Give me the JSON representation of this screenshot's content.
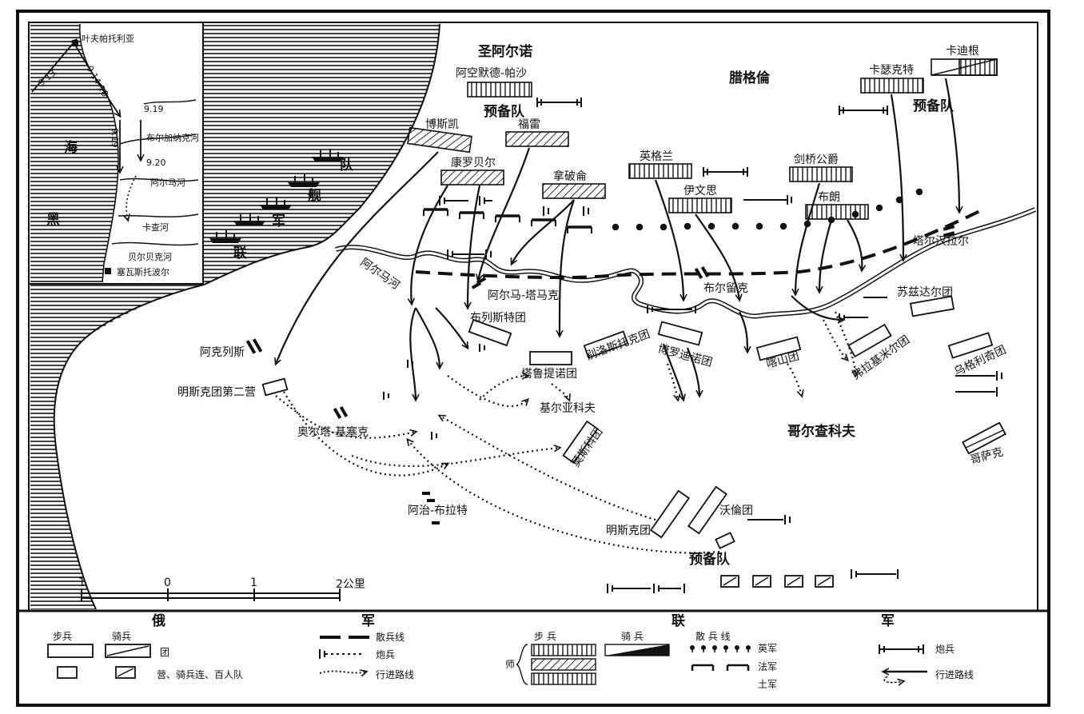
{
  "colors": {
    "ink": "#111111",
    "paper": "#ffffff"
  },
  "inset": {
    "labels": {
      "yevpatoria": "叶夫帕托利亚",
      "black_sea_1": "海",
      "black_sea_2": "黑",
      "d_913": "9.13",
      "d_914_18": "9.14-18",
      "d_919a": "9.19",
      "d_919b": "9.19",
      "d_920": "9.20",
      "bulganak": "布尔加纳克河",
      "alma": "阿尔马河",
      "kacha": "卡查河",
      "belbek": "贝尔贝克河",
      "sevastopol": "塞瓦斯托波尔"
    }
  },
  "fleet_label": {
    "c1": "联",
    "c2": "军",
    "c3": "舰",
    "c4": "队"
  },
  "places": {
    "santa_arno": "圣阿尔诺",
    "raglan": "腊格倫",
    "alma_river": "阿尔马河",
    "alma_tamak": "阿尔马-塔马克",
    "burliuk": "布尔留克",
    "tarkhanlar": "塔尔汉拉尔",
    "akles": "阿克列斯",
    "ulukul_akles": "奥尔塔-基塞克",
    "kurgan": "基尔亚科夫",
    "gorchakov": "哥尔查科夫",
    "akhmet_bulat": "阿治-布拉特"
  },
  "units": {
    "cardigan": "卡迪根",
    "cathcart": "卡瑟克特",
    "reserve_en": "预备队",
    "bosquet_reserve": "阿空默德-帕沙",
    "reserve_fr": "预备队",
    "bosquet": "博斯凯",
    "forey": "福雷",
    "canrobert": "康罗贝尔",
    "napoleon": "拿破侖",
    "england": "英格兰",
    "cambridge": "剑桥公爵",
    "evans": "伊文思",
    "brown": "布朗",
    "brest": "布列斯特团",
    "tarutino": "塔鲁提诺团",
    "belostok": "别洛斯托克团",
    "borodino": "博罗迪诺团",
    "kazan": "喀山团",
    "vladimir": "弗拉基米尔团",
    "suzdal": "苏兹达尔团",
    "uglich": "乌格利奇团",
    "cossacks": "哥萨克",
    "moscow": "莫斯科团",
    "minsk_2": "明斯克团第二营",
    "minsk": "明斯克团",
    "volyn": "沃倫团",
    "reserve_ru": "预备队"
  },
  "scale": {
    "t1": "1",
    "t0": "0",
    "t1b": "1",
    "t2": "2公里"
  },
  "legend": {
    "russian": "俄",
    "russian_army": "军",
    "allied": "联",
    "allied_army": "军",
    "infantry": "步兵",
    "cavalry": "骑兵",
    "regiment": "团",
    "battalion": "营、骑兵连、百人队",
    "skirmish": "散兵线",
    "artillery": "炮兵",
    "march": "行进路线",
    "division": "师",
    "a_infantry": "步 兵",
    "a_cavalry": "骑 兵",
    "a_skirmish": "散 兵 线",
    "british": "英军",
    "french": "法军",
    "turkish": "土军",
    "a_artillery": "炮兵",
    "a_march": "行进路线"
  }
}
